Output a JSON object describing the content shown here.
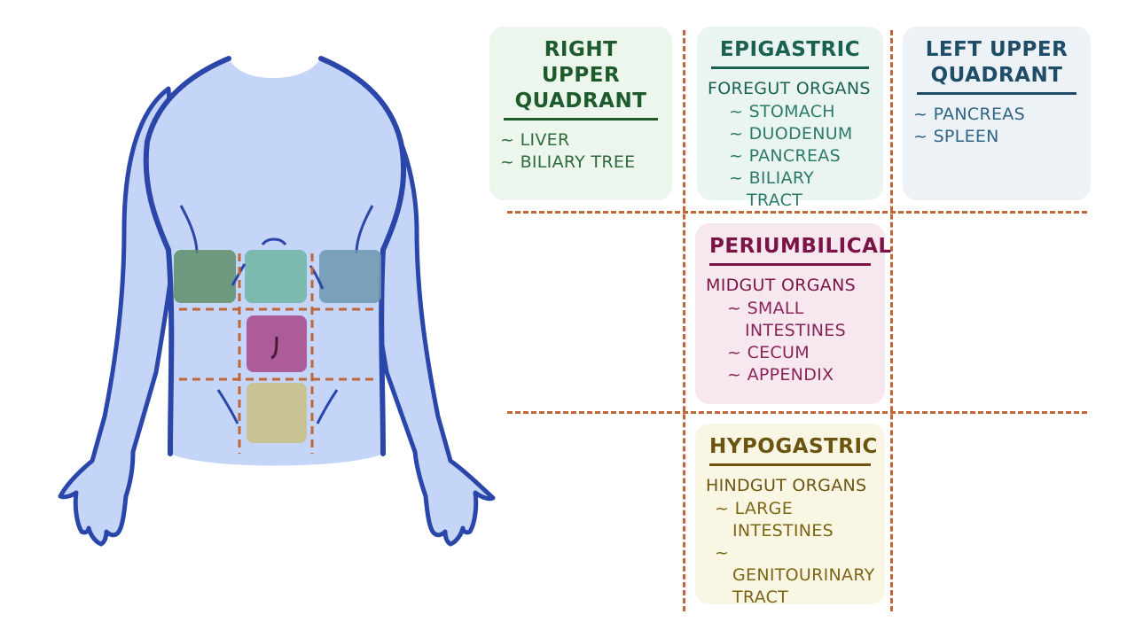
{
  "colors": {
    "body_fill": "#c5d5f7",
    "body_outline": "#2a46a8",
    "grid_line": "#c0673a",
    "region_ruq": "#5e8e6a",
    "region_epigastric": "#6fb5a2",
    "region_luq": "#6b98b0",
    "region_periumbilical": "#a8508e",
    "region_hypogastric": "#c8c08a"
  },
  "regions": {
    "right_upper_quadrant": {
      "title": "RIGHT UPPER QUADRANT",
      "organs": [
        "LIVER",
        "BILIARY TREE"
      ]
    },
    "epigastric": {
      "title": "EPIGASTRIC",
      "subhead": "FOREGUT ORGANS",
      "organs": [
        "STOMACH",
        "DUODENUM",
        "PANCREAS",
        "BILIARY TRACT"
      ]
    },
    "left_upper_quadrant": {
      "title": "LEFT UPPER QUADRANT",
      "organs": [
        "PANCREAS",
        "SPLEEN"
      ]
    },
    "periumbilical": {
      "title": "PERIUMBILICAL",
      "subhead": "MIDGUT ORGANS",
      "organs": [
        "SMALL INTESTINES",
        "CECUM",
        "APPENDIX"
      ]
    },
    "hypogastric": {
      "title": "HYPOGASTRIC",
      "subhead": "HINDGUT ORGANS",
      "organs": [
        "LARGE INTESTINES",
        "GENITOURINARY TRACT"
      ]
    }
  }
}
